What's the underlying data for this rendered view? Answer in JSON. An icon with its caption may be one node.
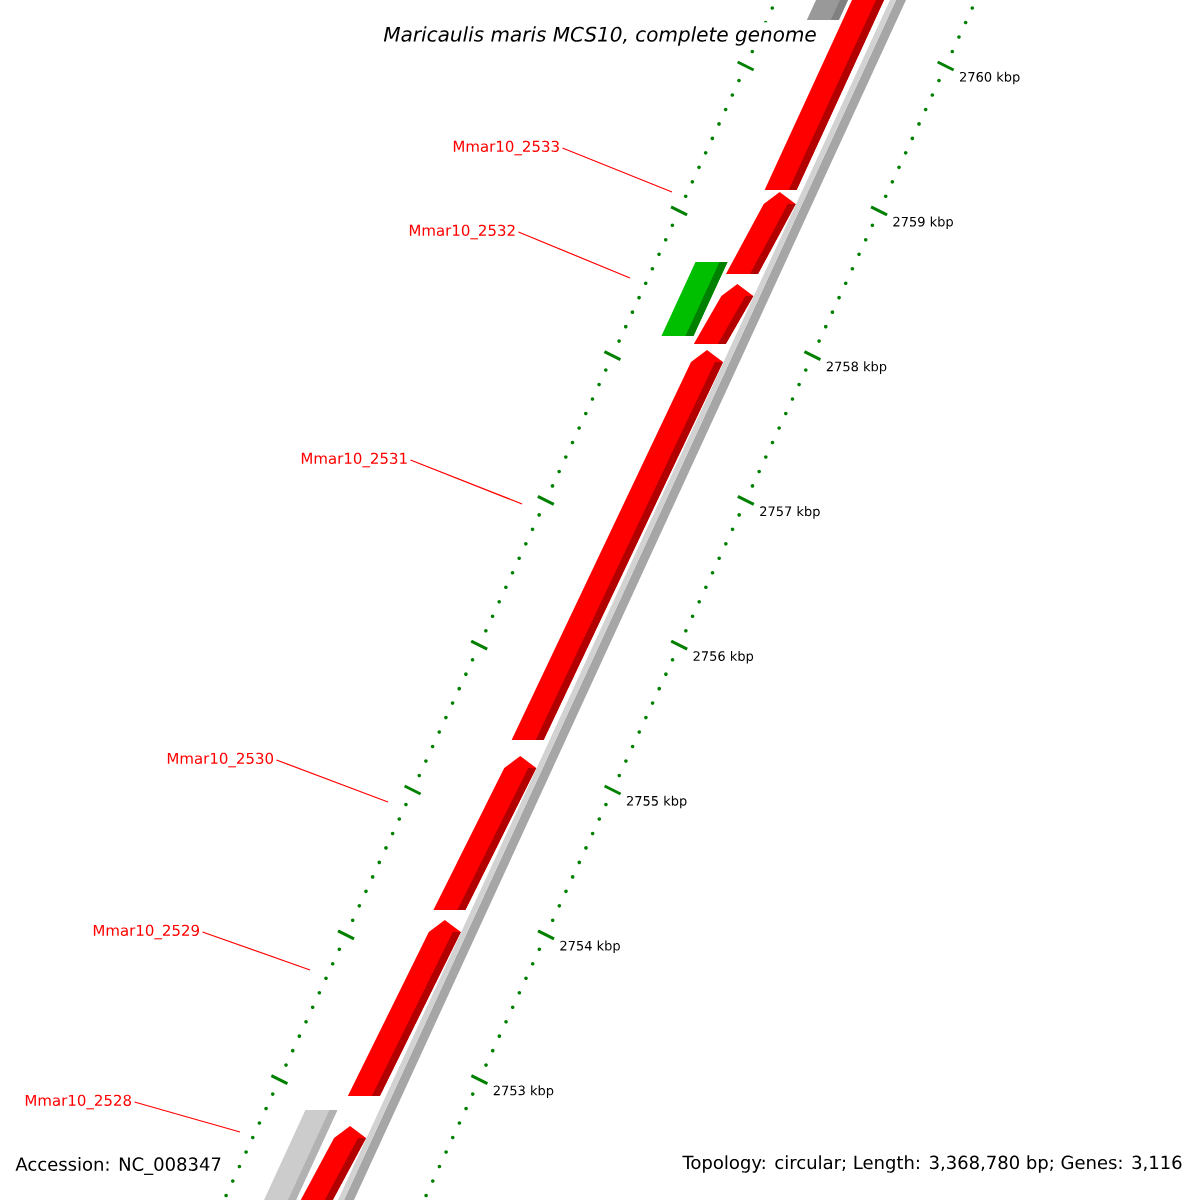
{
  "diagram": {
    "title": "Maricaulis maris MCS10, complete genome",
    "nodes": [
      {
        "text": [
          "Mmar10_2533"
        ]
      },
      {
        "text": [
          "Mmar10_2532"
        ]
      },
      {
        "text": [
          "Mmar10_2531"
        ]
      },
      {
        "text": [
          "Mmar10_2530"
        ]
      },
      {
        "text": [
          "Mmar10_2529"
        ]
      },
      {
        "text": [
          "Mmar10_2528"
        ]
      }
    ],
    "edges": [
      {
        "from": 0,
        "to": null,
        "arrow": "none"
      },
      {
        "from": 1,
        "to": null,
        "arrow": "none"
      },
      {
        "from": 2,
        "to": null,
        "arrow": "none"
      },
      {
        "from": 3,
        "to": null,
        "arrow": "none"
      },
      {
        "from": 4,
        "to": null,
        "arrow": "none"
      },
      {
        "from": 5,
        "to": null,
        "arrow": "none"
      }
    ],
    "labels": [
      "2760 kbp",
      "2759 kbp",
      "2758 kbp",
      "2757 kbp",
      "2756 kbp",
      "2755 kbp",
      "2754 kbp",
      "2753 kbp",
      "Accession: NC_008347",
      "Topology: circular; Length: 3,368,780 bp; Genes: 3,116"
    ]
  }
}
